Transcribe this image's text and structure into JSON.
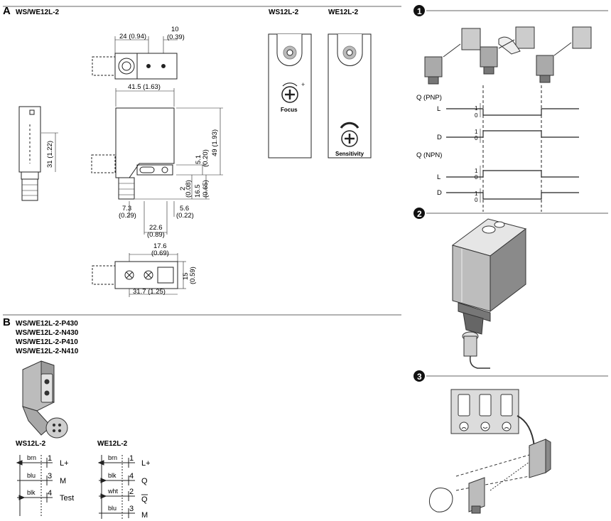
{
  "section_a": {
    "letter": "A",
    "title": "WS/WE12L-2",
    "col_ws": "WS12L-2",
    "col_we": "WE12L-2",
    "focus_label": "Focus",
    "sensitivity_label": "Sensitivity",
    "dims": {
      "d24": "24",
      "d24i": "(0.94)",
      "d10": "10",
      "d10i": "(0.39)",
      "d41": "41.5",
      "d41i": "(1.63)",
      "d31": "31",
      "d31i": "(1.22)",
      "d49": "49",
      "d49i": "(1.93)",
      "d51": "5.1",
      "d51i": "(0.20)",
      "d2": "2",
      "d2i": "(0.08)",
      "d165": "16.5",
      "d165i": "(0.65)",
      "d73": "7.3",
      "d73i": "(0.29)",
      "d56": "5.6",
      "d56i": "(0.22)",
      "d226": "22.6",
      "d226i": "(0.89)",
      "d176": "17.6",
      "d176i": "(0.69)",
      "d15": "15",
      "d15i": "(0.59)",
      "d317": "31.7",
      "d317i": "(1.25)"
    }
  },
  "section_b": {
    "letter": "B",
    "models": [
      "WS/WE12L-2-P430",
      "WS/WE12L-2-N430",
      "WS/WE12L-2-P410",
      "WS/WE12L-2-N410"
    ],
    "ws": {
      "title": "WS12L-2",
      "wires": [
        {
          "color": "brn",
          "pin": "1",
          "signal": "L+"
        },
        {
          "color": "blu",
          "pin": "3",
          "signal": "M"
        },
        {
          "color": "blk",
          "pin": "4",
          "signal": "Test"
        }
      ]
    },
    "we": {
      "title": "WE12L-2",
      "wires": [
        {
          "color": "brn",
          "pin": "1",
          "signal": "L+"
        },
        {
          "color": "blk",
          "pin": "4",
          "signal": "Q"
        },
        {
          "color": "wht",
          "pin": "2",
          "signal": "Q"
        },
        {
          "color": "blu",
          "pin": "3",
          "signal": "M"
        }
      ]
    }
  },
  "panel_1": {
    "number": "1",
    "pnp_title": "Q (PNP)",
    "npn_title": "Q (NPN)",
    "row_l": "L",
    "row_d": "D",
    "level_1": "1",
    "level_0": "0"
  },
  "panel_2": {
    "number": "2"
  },
  "panel_3": {
    "number": "3"
  }
}
